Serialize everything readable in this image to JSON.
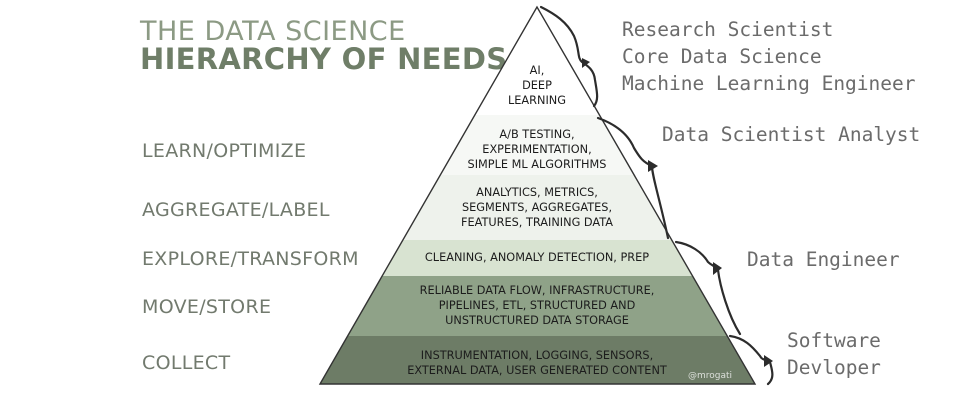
{
  "title": {
    "line1": "THE DATA SCIENCE",
    "line2": "HIERARCHY OF NEEDS"
  },
  "levels": [
    {
      "label": "LEARN/OPTIMIZE"
    },
    {
      "label": "AGGREGATE/LABEL"
    },
    {
      "label": "EXPLORE/TRANSFORM"
    },
    {
      "label": "MOVE/STORE"
    },
    {
      "label": "COLLECT"
    }
  ],
  "pyramid": [
    {
      "lines": [
        "AI,",
        "DEEP",
        "LEARNING"
      ],
      "fill": "#ffffff"
    },
    {
      "lines": [
        "A/B TESTING,",
        "EXPERIMENTATION,",
        "SIMPLE ML ALGORITHMS"
      ],
      "fill": "#f6f8f5"
    },
    {
      "lines": [
        "ANALYTICS, METRICS,",
        "SEGMENTS, AGGREGATES,",
        "FEATURES, TRAINING DATA"
      ],
      "fill": "#eef2ec"
    },
    {
      "lines": [
        "CLEANING, ANOMALY DETECTION, PREP"
      ],
      "fill": "#d8e3d1"
    },
    {
      "lines": [
        "RELIABLE DATA FLOW, INFRASTRUCTURE,",
        "PIPELINES, ETL, STRUCTURED AND",
        "UNSTRUCTURED DATA STORAGE"
      ],
      "fill": "#8fa288"
    },
    {
      "lines": [
        "INSTRUMENTATION, LOGGING, SENSORS,",
        "EXTERNAL DATA, USER GENERATED CONTENT"
      ],
      "fill": "#6d7c66"
    }
  ],
  "roles": [
    {
      "lines": [
        "Research Scientist",
        "Core Data Science",
        "Machine Learning Engineer"
      ]
    },
    {
      "lines": [
        "Data Scientist Analyst"
      ]
    },
    {
      "lines": [
        "Data Engineer"
      ]
    },
    {
      "lines": [
        "Software",
        "Devloper"
      ]
    }
  ],
  "credit": "@mrogati"
}
